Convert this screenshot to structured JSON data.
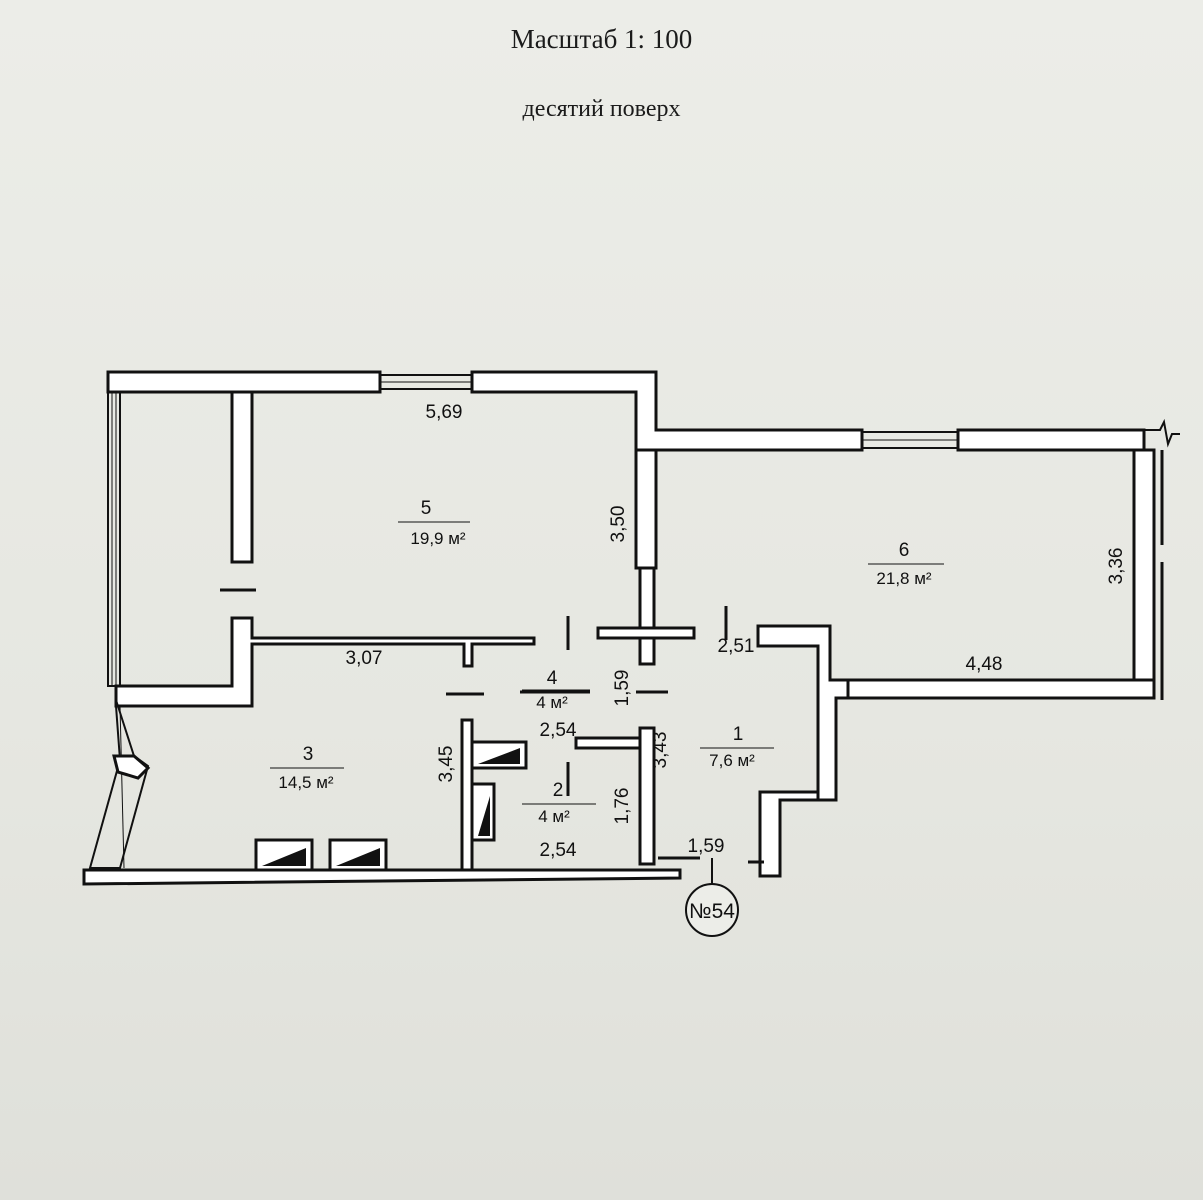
{
  "header": {
    "scale": "Масштаб 1: 100",
    "floor": "десятий поверх"
  },
  "rooms": [
    {
      "number": "1",
      "area": "7,6 м²"
    },
    {
      "number": "2",
      "area": "4 м²"
    },
    {
      "number": "3",
      "area": "14,5 м²"
    },
    {
      "number": "4",
      "area": "4 м²"
    },
    {
      "number": "5",
      "area": "19,9 м²"
    },
    {
      "number": "6",
      "area": "21,8 м²"
    }
  ],
  "dimensions": {
    "d_569": "5,69",
    "d_350": "3,50",
    "d_336": "3,36",
    "d_307": "3,07",
    "d_251": "2,51",
    "d_448": "4,48",
    "d_159a": "1,59",
    "d_254a": "2,54",
    "d_345": "3,45",
    "d_343": "3,43",
    "d_176": "1,76",
    "d_254b": "2,54",
    "d_159b": "1,59"
  },
  "apartment_label": "№54"
}
